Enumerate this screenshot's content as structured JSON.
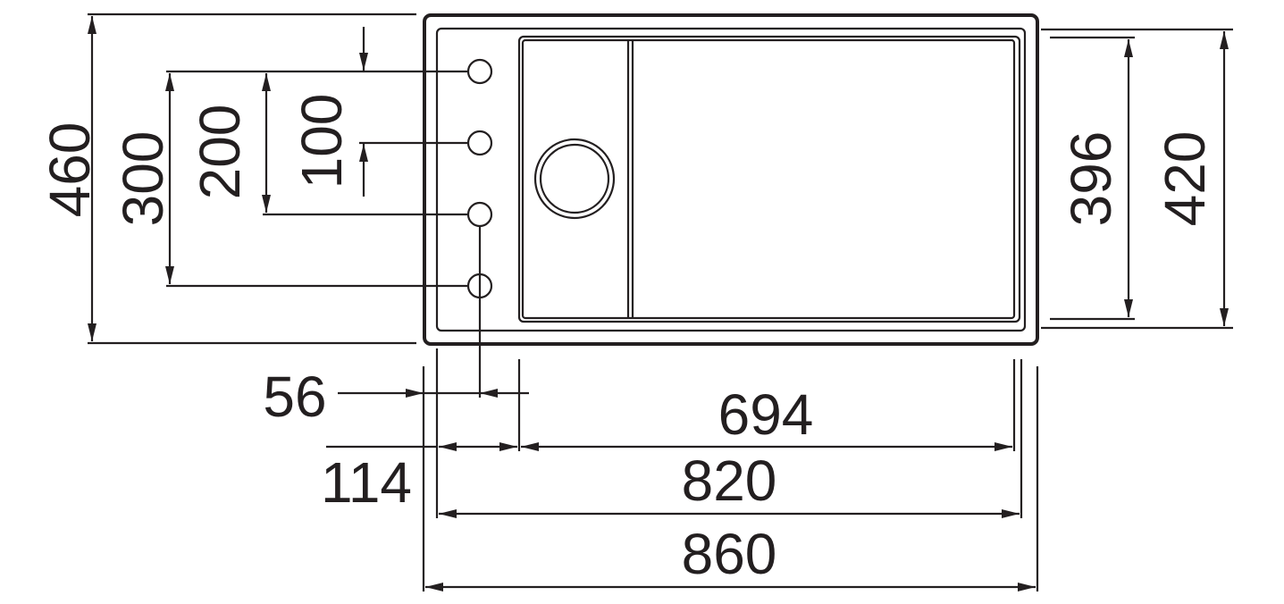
{
  "dimensions": {
    "overall_depth": "460",
    "tap_hole_300": "300",
    "tap_hole_200": "200",
    "tap_hole_100": "100",
    "bowl_depth": "396",
    "inner_depth": "420",
    "tap_offset": "56",
    "drainer_width": "114",
    "bowl_width": "694",
    "inner_width": "820",
    "overall_width": "860"
  },
  "colors": {
    "line": "#231f20",
    "background": "#ffffff"
  }
}
